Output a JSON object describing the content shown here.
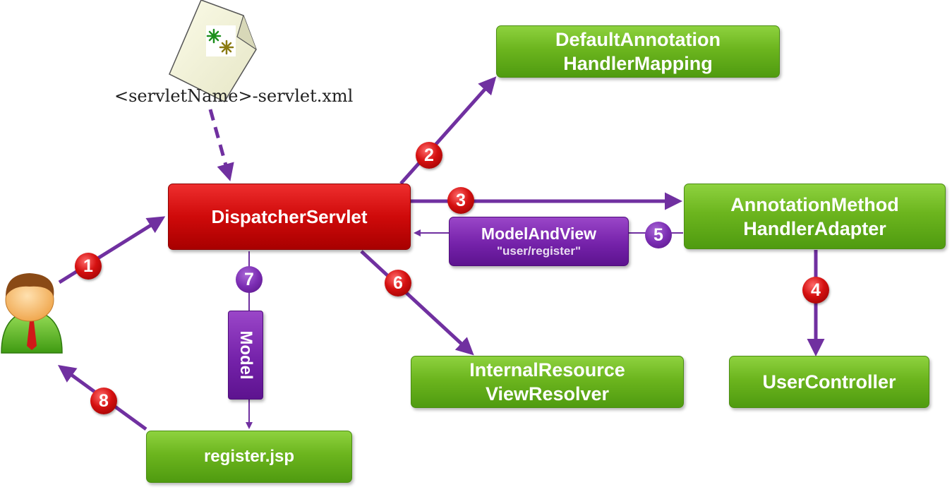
{
  "config_file": {
    "label": "<servletName>-servlet.xml",
    "icon": "xml-document-icon"
  },
  "nodes": {
    "dispatcher": {
      "label": "DispatcherServlet"
    },
    "handler_mapping": {
      "line1": "DefaultAnnotation",
      "line2": "HandlerMapping"
    },
    "handler_adapter": {
      "line1": "AnnotationMethod",
      "line2": "HandlerAdapter"
    },
    "user_controller": {
      "label": "UserController"
    },
    "view_resolver": {
      "line1": "InternalResource",
      "line2": "ViewResolver"
    },
    "register_jsp": {
      "label": "register.jsp"
    }
  },
  "model_and_view": {
    "title": "ModelAndView",
    "subtitle": "\"user/register\""
  },
  "model": {
    "label": "Model"
  },
  "user": {
    "icon": "user-avatar-icon"
  },
  "steps": [
    "1",
    "2",
    "3",
    "4",
    "5",
    "6",
    "7",
    "8"
  ],
  "colors": {
    "green": "#6cb51e",
    "red": "#cf0a0a",
    "purple": "#7522aa",
    "arrow": "#7030a0"
  }
}
